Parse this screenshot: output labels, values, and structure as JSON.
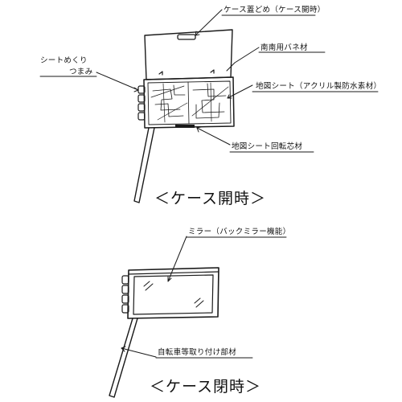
{
  "labels": {
    "case_lid_stopper": "ケース蓋どめ（ケース開時）",
    "south_north_spring": "南南用バネ材",
    "sheet_knob_line1": "シートめくり",
    "sheet_knob_line2": "つまみ",
    "map_sheet": "地図シート（アクリル製防水素材）",
    "sheet_rotation_rod": "地図シート回転芯材",
    "mirror": "ミラー（バックミラー機能）",
    "bike_mount": "自転車等取り付け部材"
  },
  "captions": {
    "case_open": "＜ケース開時＞",
    "case_closed": "＜ケース閉時＞"
  },
  "colors": {
    "ink": "#1a1a1a",
    "background": "#ffffff"
  }
}
